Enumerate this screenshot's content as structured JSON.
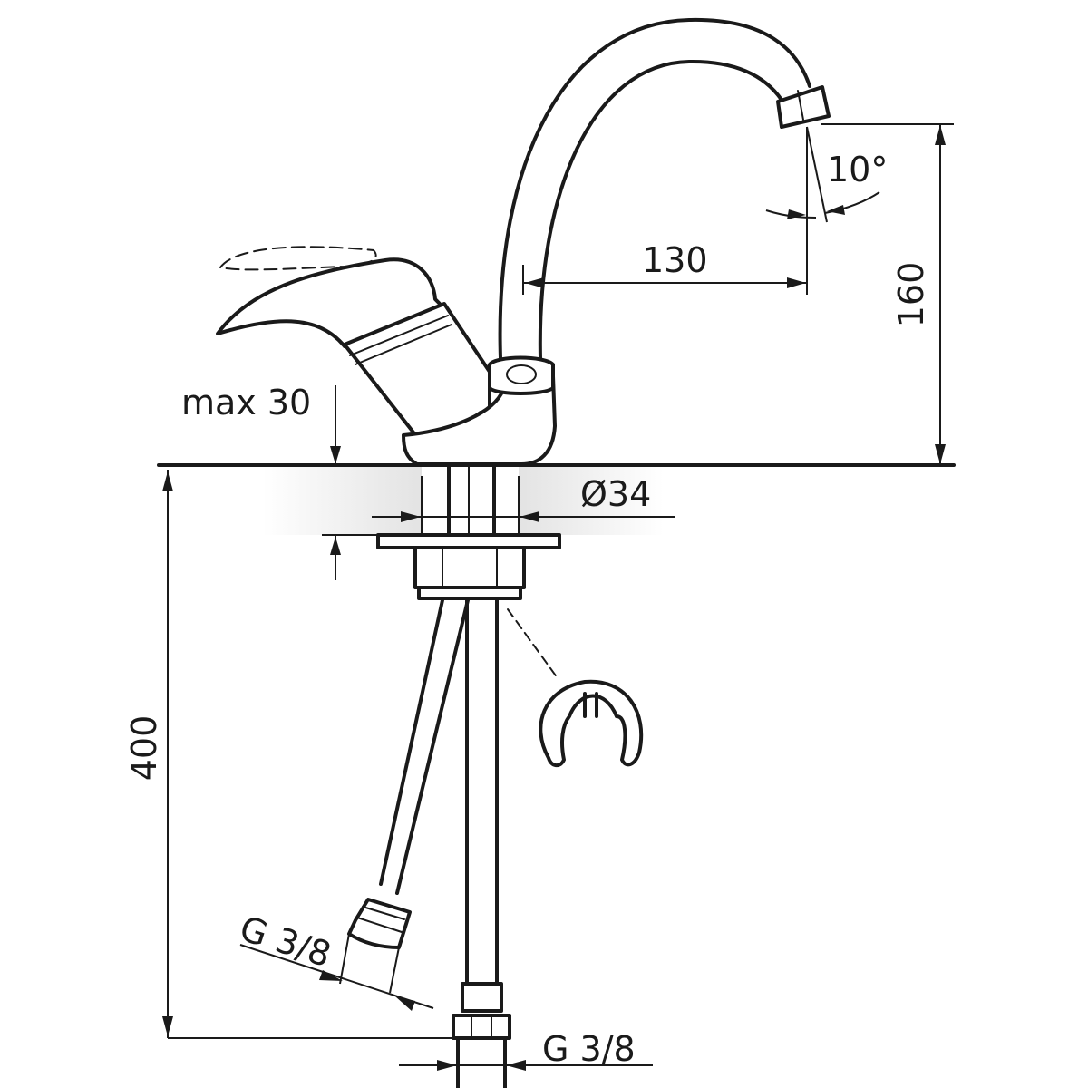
{
  "labels": {
    "angle": "10°",
    "reach": "130",
    "height": "160",
    "max_thickness": "max 30",
    "hole_diameter": "Ø34",
    "hose_length": "400",
    "thread_left": "G 3/8",
    "thread_center": "G 3/8"
  },
  "colors": {
    "line": "#1a1a1a",
    "background": "#ffffff",
    "countertop_shade": "#e6e6e6"
  },
  "icons": {
    "clip": "horseshoe-clip-icon"
  }
}
